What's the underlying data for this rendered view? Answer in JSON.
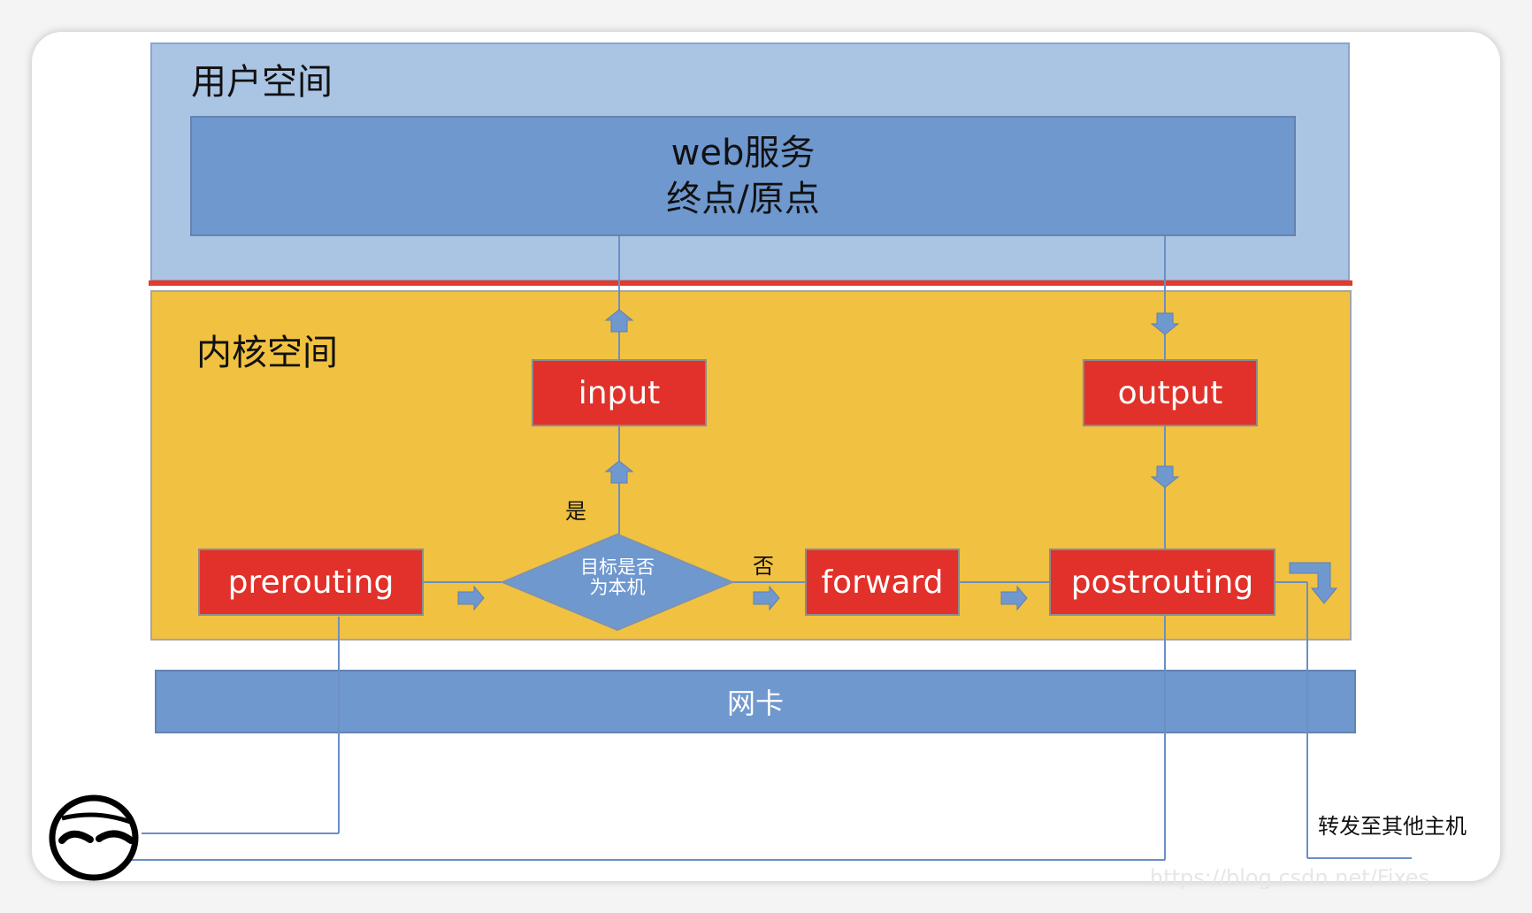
{
  "diagram": {
    "user_space_label": "用户空间",
    "web_service_line1": "web服务",
    "web_service_line2": "终点/原点",
    "kernel_space_label": "内核空间",
    "hooks": {
      "prerouting": "prerouting",
      "input": "input",
      "forward": "forward",
      "output": "output",
      "postrouting": "postrouting"
    },
    "decision_line1": "目标是否",
    "decision_line2": "为本机",
    "yes_label": "是",
    "no_label": "否",
    "nic_label": "网卡",
    "forward_other_host": "转发至其他主机",
    "watermark": "https://blog.csdn.net/Fixes"
  },
  "colors": {
    "user_space": "#aac4e4",
    "kernel_space": "#f1c141",
    "hook_red": "#e1312a",
    "nic_blue": "#6f98cf",
    "boundary_red": "#e33a2b"
  },
  "icons": [
    "face-icon",
    "arrow-up-icon",
    "arrow-down-icon",
    "arrow-right-icon",
    "arrow-turn-down-icon"
  ]
}
